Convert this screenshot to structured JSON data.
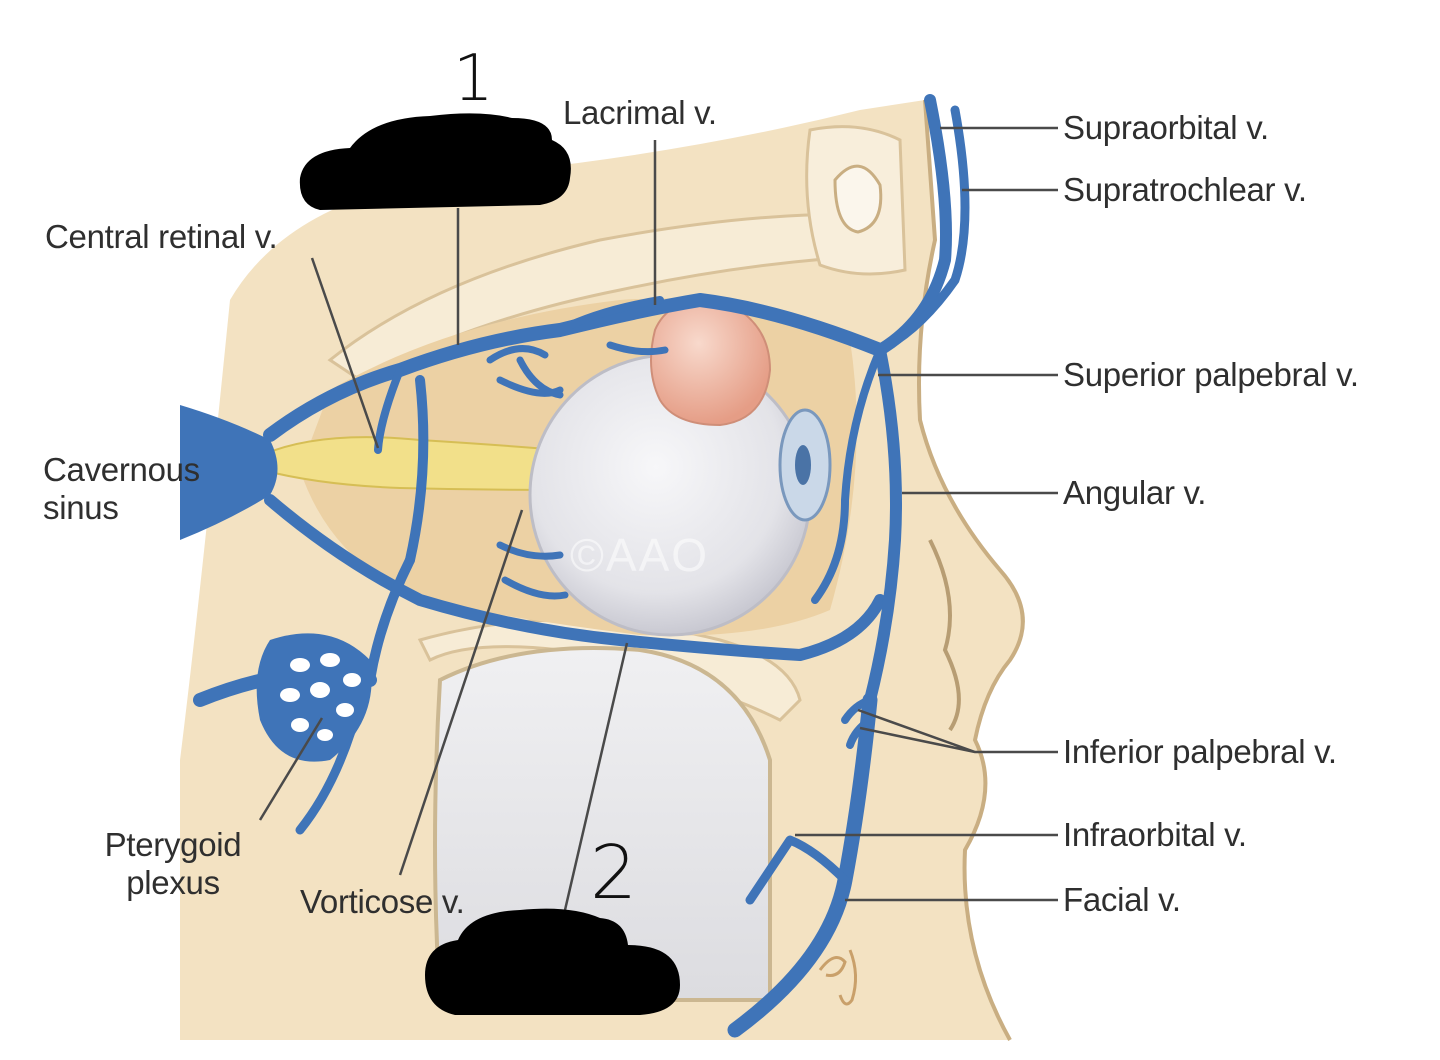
{
  "labels": {
    "lacrimal": "Lacrimal v.",
    "supraorbital": "Supraorbital v.",
    "supratrochlear": "Supratrochlear v.",
    "central_retinal": "Central retinal v.",
    "superior_palpebral": "Superior palpebral v.",
    "cavernous_line1": "Cavernous",
    "cavernous_line2": "sinus",
    "angular": "Angular v.",
    "inferior_palpebral": "Inferior palpebral v.",
    "infraorbital": "Infraorbital v.",
    "pterygoid_line1": "Pterygoid",
    "pterygoid_line2": "plexus",
    "vorticose": "Vorticose v.",
    "facial": "Facial v."
  },
  "annotations": {
    "mark_1": "1",
    "mark_2": "2"
  },
  "watermark": "©AAO",
  "colors": {
    "vein": "#3f74b8",
    "bone": "#f4e3c4",
    "tissue": "#eed5aa",
    "nerve": "#f2e08a",
    "gland": "#eeb9a6",
    "globe": "#e9e9ed",
    "redaction": "#000000"
  }
}
